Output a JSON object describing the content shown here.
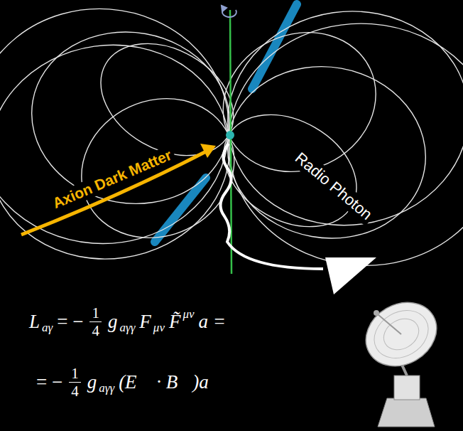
{
  "diagram": {
    "labels": [
      "Axion Dark Matter",
      "Radio Photon",
      "L",
      "aγ",
      "= −",
      "1",
      "4",
      "g",
      "aγγ",
      "F",
      "μν",
      "F̃",
      "μν",
      "a =",
      "= −",
      "1",
      "4",
      "g",
      "aγγ",
      "(E⃗ · B⃗)a"
    ]
  }
}
